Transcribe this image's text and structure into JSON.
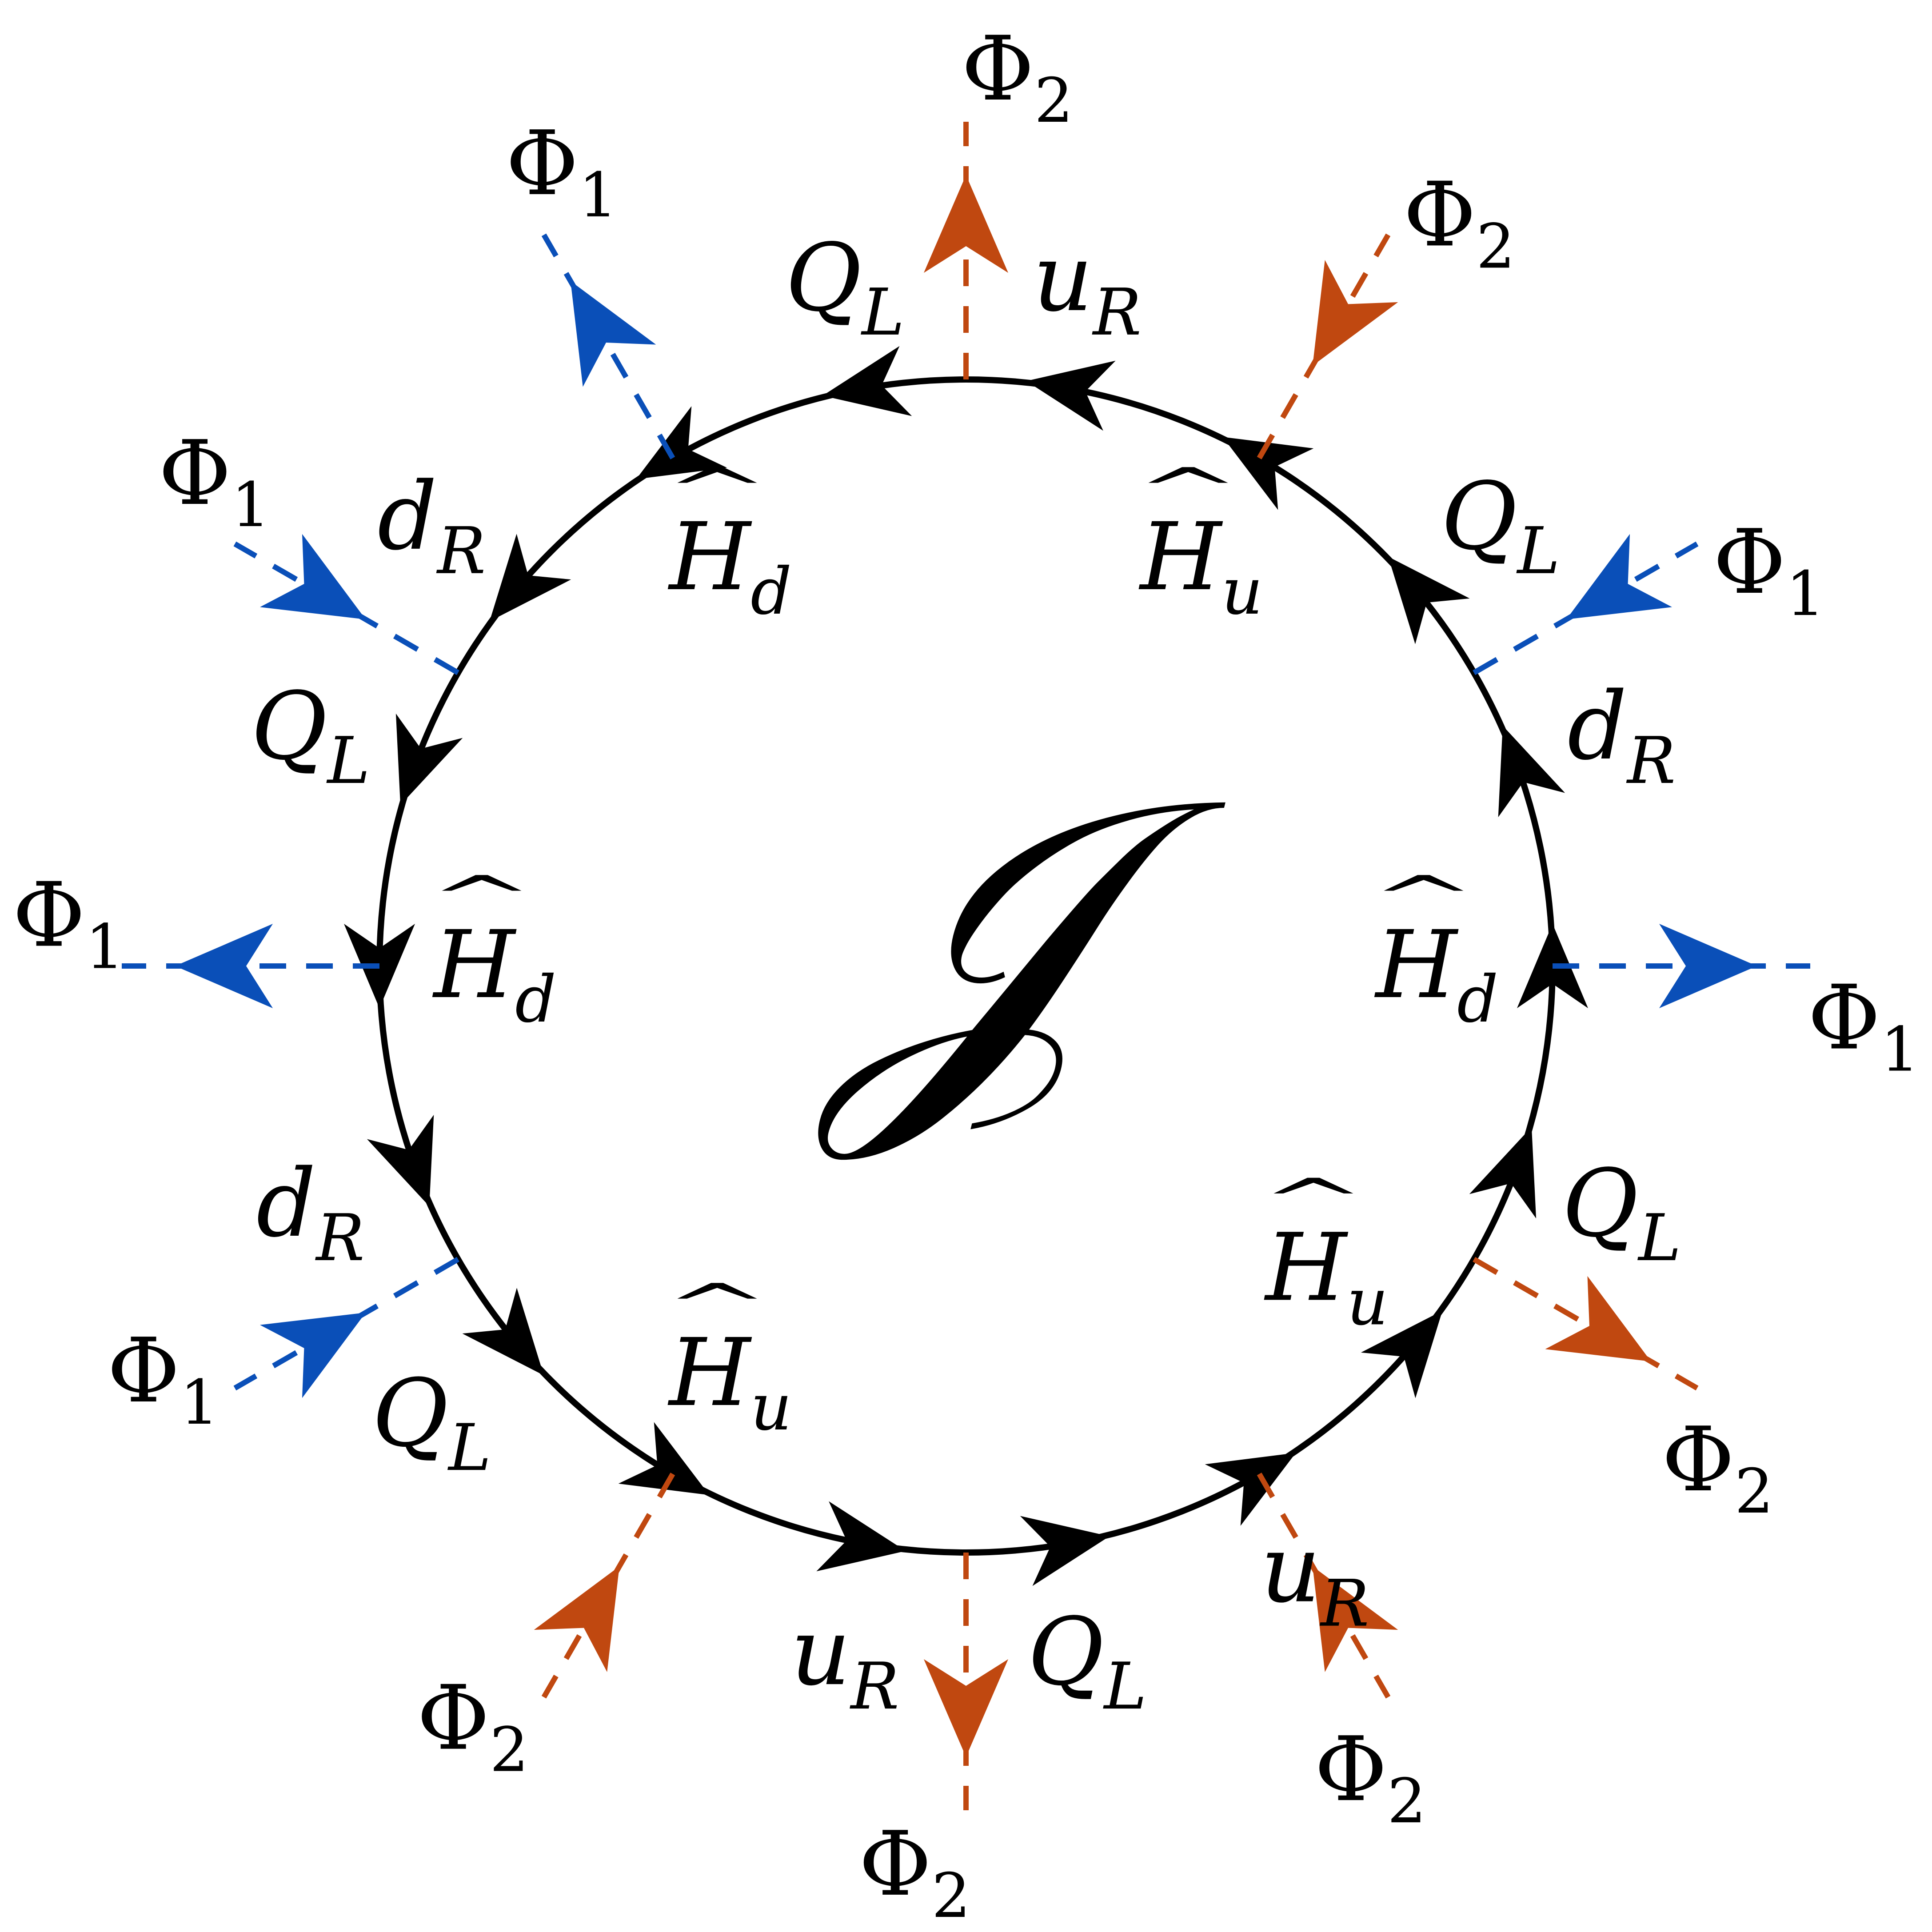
{
  "colors": {
    "loop": "#000000",
    "phi1": "#0a4fb8",
    "phi2": "#c04810"
  },
  "center_label": "𝒥",
  "hat_glyph": "^",
  "legs": [
    {
      "field": "Φ",
      "index": "2",
      "color": "phi2",
      "direction": "out"
    },
    {
      "field": "Φ",
      "index": "2",
      "color": "phi2",
      "direction": "in"
    },
    {
      "field": "Φ",
      "index": "1",
      "color": "phi1",
      "direction": "in"
    },
    {
      "field": "Φ",
      "index": "1",
      "color": "phi1",
      "direction": "out"
    },
    {
      "field": "Φ",
      "index": "2",
      "color": "phi2",
      "direction": "out"
    },
    {
      "field": "Φ",
      "index": "2",
      "color": "phi2",
      "direction": "in"
    },
    {
      "field": "Φ",
      "index": "2",
      "color": "phi2",
      "direction": "out"
    },
    {
      "field": "Φ",
      "index": "2",
      "color": "phi2",
      "direction": "in"
    },
    {
      "field": "Φ",
      "index": "1",
      "color": "phi1",
      "direction": "in"
    },
    {
      "field": "Φ",
      "index": "1",
      "color": "phi1",
      "direction": "out"
    },
    {
      "field": "Φ",
      "index": "1",
      "color": "phi1",
      "direction": "in"
    },
    {
      "field": "Φ",
      "index": "1",
      "color": "phi1",
      "direction": "out"
    }
  ],
  "propagators": [
    {
      "base": "u",
      "sub": "R",
      "hat": false
    },
    {
      "base": "H",
      "sub": "u",
      "hat": true
    },
    {
      "base": "Q",
      "sub": "L",
      "hat": false
    },
    {
      "base": "d",
      "sub": "R",
      "hat": false
    },
    {
      "base": "H",
      "sub": "d",
      "hat": true
    },
    {
      "base": "Q",
      "sub": "L",
      "hat": false
    },
    {
      "base": "H",
      "sub": "u",
      "hat": true
    },
    {
      "base": "u",
      "sub": "R",
      "hat": false
    },
    {
      "base": "Q",
      "sub": "L",
      "hat": false
    },
    {
      "base": "u",
      "sub": "R",
      "hat": false
    },
    {
      "base": "H",
      "sub": "u",
      "hat": true
    },
    {
      "base": "Q",
      "sub": "L",
      "hat": false
    },
    {
      "base": "d",
      "sub": "R",
      "hat": false
    },
    {
      "base": "H",
      "sub": "d",
      "hat": true
    },
    {
      "base": "Q",
      "sub": "L",
      "hat": false
    },
    {
      "base": "d",
      "sub": "R",
      "hat": false
    },
    {
      "base": "H",
      "sub": "d",
      "hat": true
    },
    {
      "base": "Q",
      "sub": "L",
      "hat": false
    }
  ]
}
